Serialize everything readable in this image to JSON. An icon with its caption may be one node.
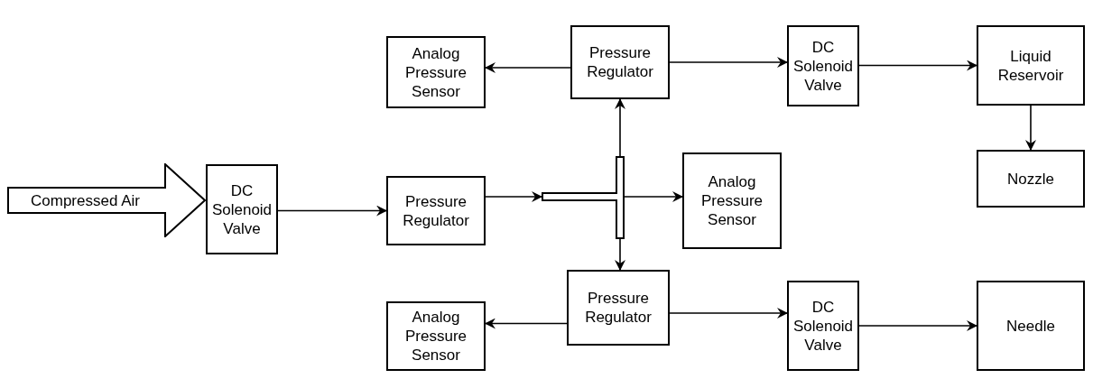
{
  "diagram": {
    "nodes": [
      {
        "text": [
          "Compressed Air"
        ]
      },
      {
        "text": [
          "DC Solenoid Valve"
        ]
      },
      {
        "text": [
          "Pressure Regulator"
        ]
      },
      {
        "text": [],
        "shape": "pipe"
      },
      {
        "text": [
          "Analog Pressure Sensor"
        ]
      },
      {
        "text": [
          "Analog Pressure Sensor"
        ]
      },
      {
        "text": [
          "Pressure Regulator"
        ]
      },
      {
        "text": [
          "DC Solenoid Valve"
        ]
      },
      {
        "text": [
          "Liquid Reservoir"
        ]
      },
      {
        "text": [
          "Nozzle"
        ]
      },
      {
        "text": [
          "Analog Pressure Sensor"
        ]
      },
      {
        "text": [
          "Pressure Regulator"
        ]
      },
      {
        "text": [
          "DC Solenoid Valve"
        ]
      },
      {
        "text": [
          "Needle"
        ]
      }
    ],
    "edges": [
      {
        "from": 1,
        "to": 2,
        "arrow": "to"
      },
      {
        "from": 2,
        "to": 3,
        "arrow": "to"
      },
      {
        "from": 3,
        "to": 4,
        "arrow": "to"
      },
      {
        "from": 3,
        "to": 6,
        "arrow": "to"
      },
      {
        "from": 6,
        "to": 5,
        "arrow": "to"
      },
      {
        "from": 6,
        "to": 7,
        "arrow": "to"
      },
      {
        "from": 7,
        "to": 8,
        "arrow": "to"
      },
      {
        "from": 8,
        "to": 9,
        "arrow": "to"
      },
      {
        "from": 3,
        "to": 11,
        "arrow": "to"
      },
      {
        "from": 11,
        "to": 10,
        "arrow": "to"
      },
      {
        "from": 11,
        "to": 12,
        "arrow": "to"
      },
      {
        "from": 12,
        "to": 13,
        "arrow": "to"
      }
    ]
  }
}
